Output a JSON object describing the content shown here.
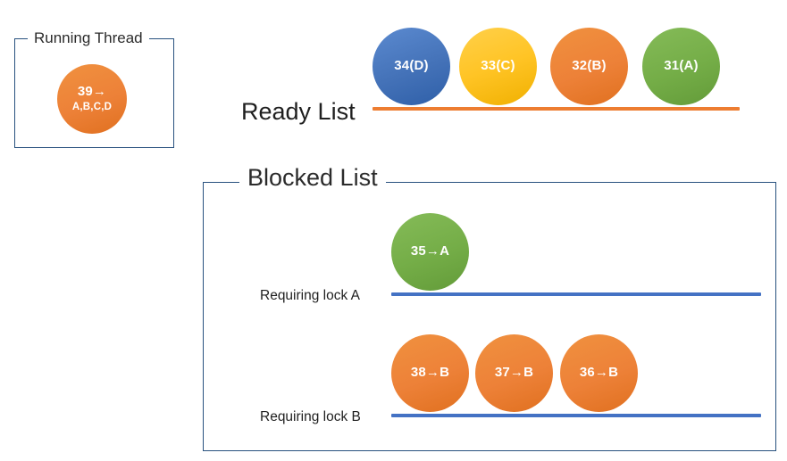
{
  "diagram": {
    "title_running": "Running Thread",
    "title_blocked": "Blocked List",
    "caption_ready": "Ready List",
    "caption_lock_a": "Requiring lock A",
    "caption_lock_b": "Requiring lock B"
  },
  "colors": {
    "blue": "#4472C4",
    "yellow": "#FFC425",
    "orange": "#ED8138",
    "green": "#74AD47",
    "box_border": "#28517E",
    "rule_orange": "#ED7D31",
    "rule_blue": "#4472C4"
  },
  "running_thread": {
    "node": {
      "main": "39→",
      "sub": "A,B,C,D",
      "color": "orange"
    }
  },
  "ready_list": {
    "nodes": [
      {
        "main": "34(D)",
        "sub": "",
        "color": "blue"
      },
      {
        "main": "33(C)",
        "sub": "",
        "color": "yellow"
      },
      {
        "main": "32(B)",
        "sub": "",
        "color": "orange"
      },
      {
        "main": "31(A)",
        "sub": "",
        "color": "green"
      }
    ]
  },
  "blocked_list": {
    "lock_a_nodes": [
      {
        "main": "35→A",
        "sub": "",
        "color": "green"
      }
    ],
    "lock_b_nodes": [
      {
        "main": "38→B",
        "sub": "",
        "color": "orange"
      },
      {
        "main": "37→B",
        "sub": "",
        "color": "orange"
      },
      {
        "main": "36→B",
        "sub": "",
        "color": "orange"
      }
    ]
  }
}
